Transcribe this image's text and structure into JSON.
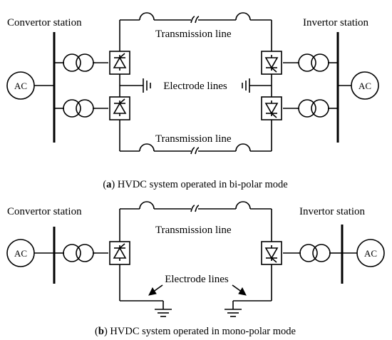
{
  "diagram_a": {
    "convertor_label": "Convertor station",
    "invertor_label": "Invertor station",
    "ac_left": "AC",
    "ac_right": "AC",
    "top_line_label": "Transmission line",
    "bottom_line_label": "Transmission line",
    "electrode_label": "Electrode lines",
    "caption_letter": "a",
    "caption_text": " HVDC system operated in bi-polar mode"
  },
  "diagram_b": {
    "convertor_label": "Convertor station",
    "invertor_label": "Invertor station",
    "ac_left": "AC",
    "ac_right": "AC",
    "line_label": "Transmission line",
    "electrode_label": "Electrode lines",
    "caption_letter": "b",
    "caption_text": " HVDC system operated in mono-polar mode"
  }
}
